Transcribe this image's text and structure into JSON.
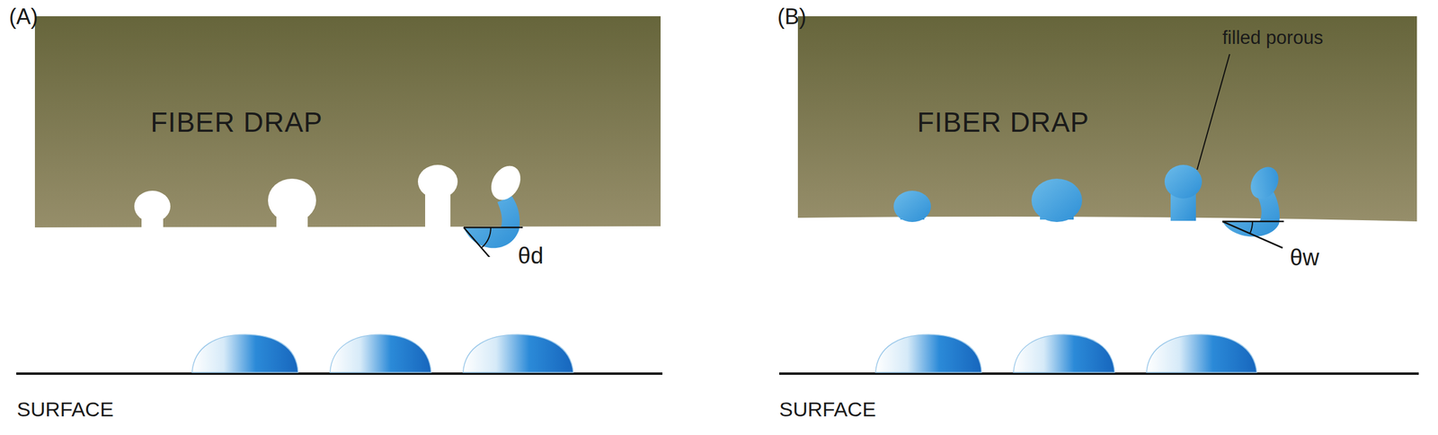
{
  "diagram": {
    "nodes": [
      {
        "text": [
          "FIBER DRAP"
        ]
      },
      {
        "text": [
          "FIBER DRAP"
        ]
      }
    ],
    "labels": [
      "(A)",
      "θd",
      "SURFACE",
      "(B)",
      "filled porous",
      "θw",
      "SURFACE"
    ]
  }
}
